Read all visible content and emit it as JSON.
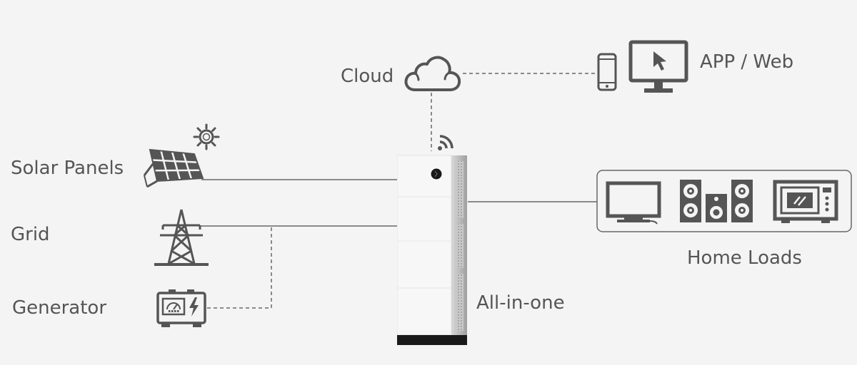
{
  "labels": {
    "cloud": "Cloud",
    "app_web": "APP / Web",
    "solar": "Solar Panels",
    "grid": "Grid",
    "generator": "Generator",
    "all_in_one": "All-in-one",
    "home_loads": "Home Loads"
  },
  "colors": {
    "background": "#f4f4f4",
    "icon": "#555555",
    "line": "#666666",
    "device_body": "#f7f7f7",
    "device_base": "#1a1a1a"
  }
}
